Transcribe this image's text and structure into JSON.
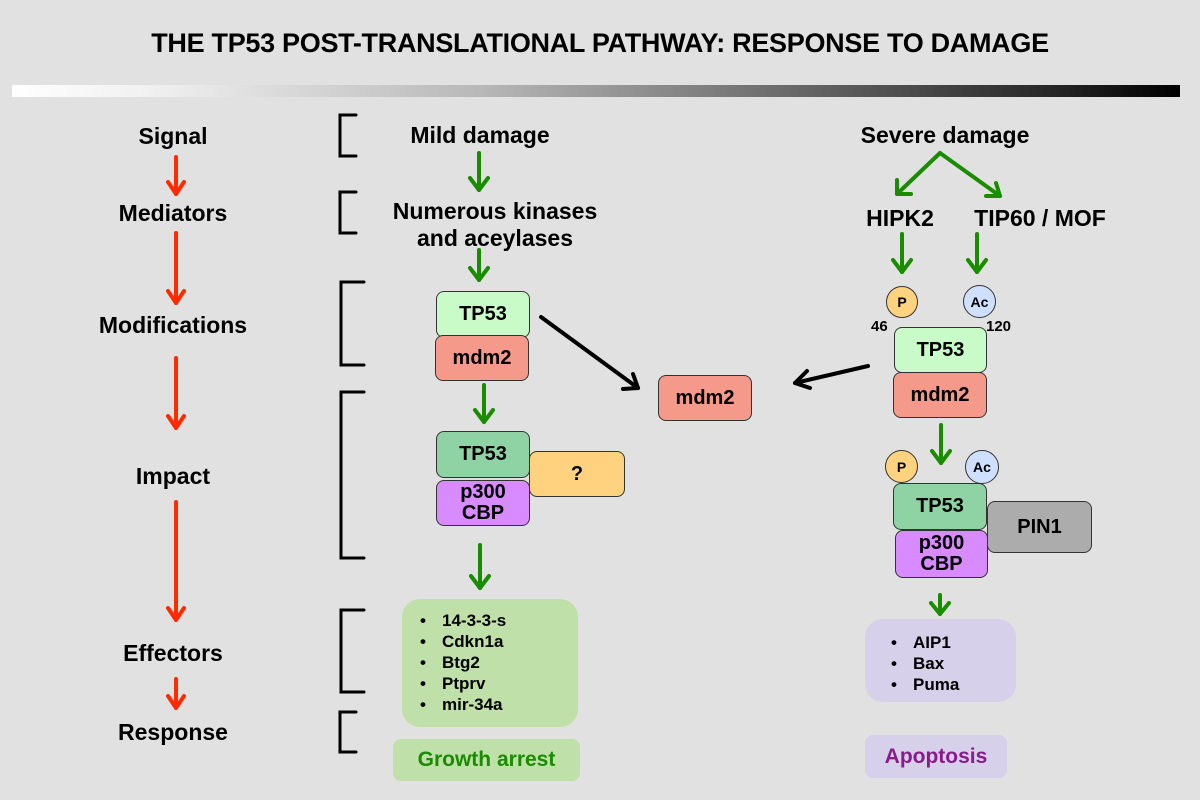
{
  "title": "THE TP53 POST-TRANSLATIONAL PATHWAY: RESPONSE TO DAMAGE",
  "colors": {
    "stage_arrow": "#ff2a00",
    "pathway_arrow": "#1a8c00",
    "inhibition_arrow": "#000000",
    "growth_arrest_text": "#1a8c00",
    "apoptosis_text": "#8b1a8b"
  },
  "stages": [
    "Signal",
    "Mediators",
    "Modifications",
    "Impact",
    "Effectors",
    "Response"
  ],
  "mild": {
    "signal": "Mild damage",
    "mediators_line1": "Numerous kinases",
    "mediators_line2": "and aceylases",
    "modified_complex": {
      "top": "TP53",
      "bottom": "mdm2"
    },
    "active_complex": {
      "top": "TP53",
      "bottom_line1": "p300",
      "bottom_line2": "CBP",
      "partner": "?"
    },
    "effectors": [
      "14-3-3-s",
      "Cdkn1a",
      "Btg2",
      "Ptprv",
      "mir-34a"
    ],
    "response": "Growth arrest"
  },
  "released": {
    "label": "mdm2"
  },
  "severe": {
    "signal": "Severe damage",
    "mediator_left": "HIPK2",
    "mediator_right": "TIP60 / MOF",
    "mods": {
      "p": "P",
      "ac": "Ac",
      "p_site": "46",
      "ac_site": "120"
    },
    "modified_complex": {
      "top": "TP53",
      "bottom": "mdm2"
    },
    "active_complex": {
      "top": "TP53",
      "bottom_line1": "p300",
      "bottom_line2": "CBP",
      "partner": "PIN1",
      "p": "P",
      "ac": "Ac"
    },
    "effectors": [
      "AIP1",
      "Bax",
      "Puma"
    ],
    "response": "Apoptosis"
  }
}
